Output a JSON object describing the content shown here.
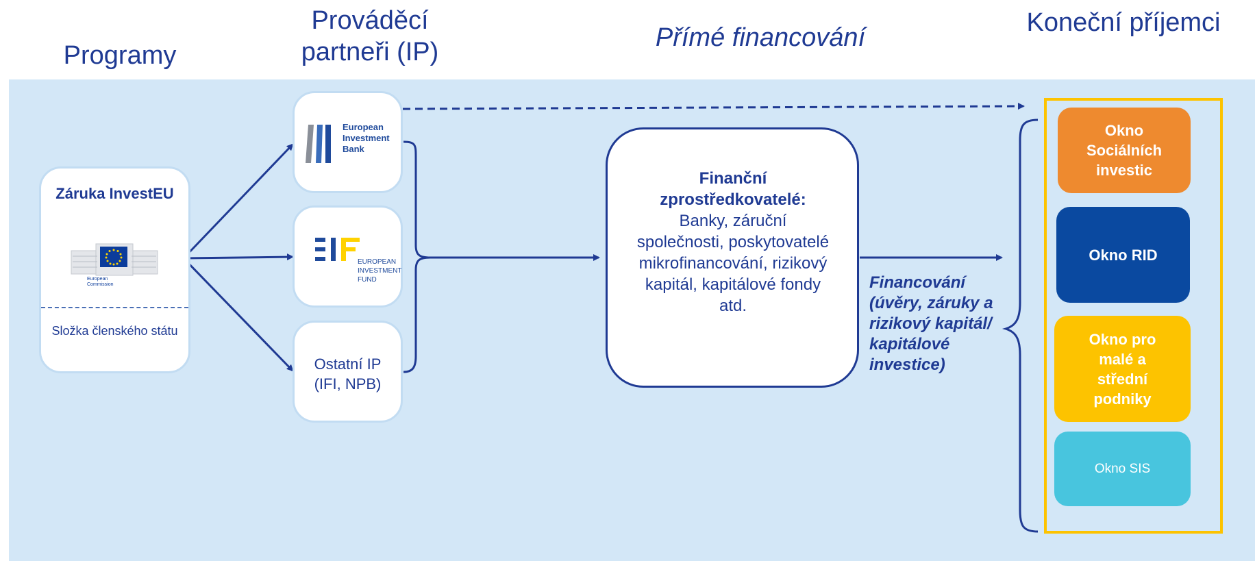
{
  "headers": {
    "programs": "Programy",
    "partners": "Prováděcí partneři (IP)",
    "direct": "Přímé financování",
    "recipients": "Koneční příjemci"
  },
  "guarantee": {
    "title": "Záruka InvestEU",
    "logo_text": "European Commission",
    "member_state": "Složka členského státu"
  },
  "partners": {
    "eib": "European Investment Bank",
    "eif": "EUROPEAN INVESTMENT FUND",
    "other": "Ostatní IP (IFI, NPB)"
  },
  "intermediaries": {
    "title": "Finanční zprostředkovatelé:",
    "body": "Banky, záruční společnosti, poskytovatelé mikrofinancování, rizikový kapitál, kapitálové fondy atd."
  },
  "financing": "Financování (úvěry, záruky a rizikový kapitál/ kapitálové investice)",
  "windows": [
    {
      "label": "Okno\nSociálních\ninvestic",
      "color": "#ee8a2f",
      "bold": true
    },
    {
      "label": "Okno RID",
      "color": "#0a49a0",
      "bold": true
    },
    {
      "label": "Okno pro\nmalé a\nstřední\npodniky",
      "color": "#fdc300",
      "bold": true
    },
    {
      "label": "Okno SIS",
      "color": "#48c5de",
      "bold": false
    }
  ],
  "colors": {
    "navy": "#1f3a93",
    "panel": "#d3e7f7",
    "gold_border": "#fdc300"
  }
}
